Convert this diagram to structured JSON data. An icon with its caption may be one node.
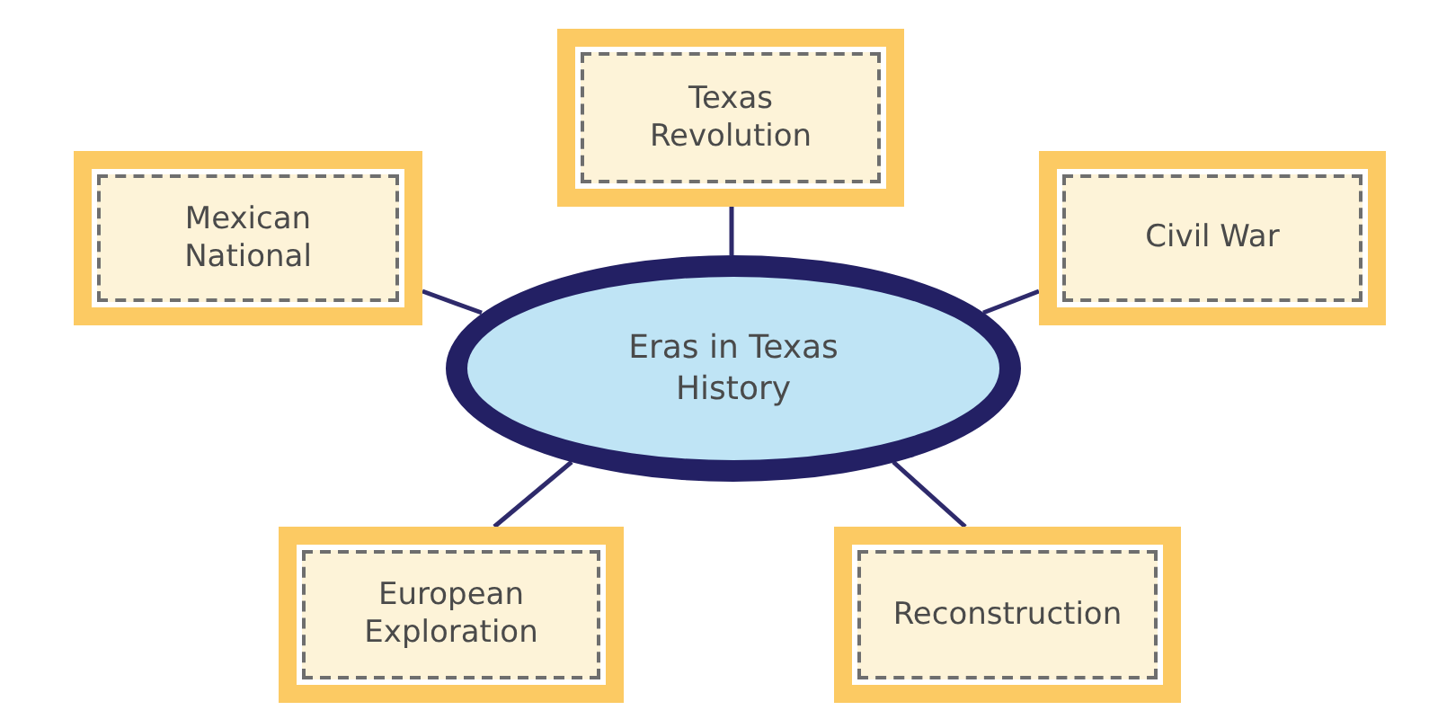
{
  "diagram": {
    "nodes": [
      {
        "text": [
          "Texas Revolution"
        ]
      },
      {
        "text": [
          "Mexican National"
        ]
      },
      {
        "text": [
          "Civil War"
        ]
      },
      {
        "text": [
          "Eras in Texas History"
        ]
      },
      {
        "text": [
          "European Exploration"
        ]
      },
      {
        "text": [
          "Reconstruction"
        ]
      }
    ],
    "edges": [
      {
        "from": 3,
        "to": 0,
        "arrow": "none"
      },
      {
        "from": 3,
        "to": 1,
        "arrow": "none"
      },
      {
        "from": 3,
        "to": 2,
        "arrow": "none"
      },
      {
        "from": 3,
        "to": 4,
        "arrow": "none"
      },
      {
        "from": 3,
        "to": 5,
        "arrow": "none"
      }
    ]
  }
}
